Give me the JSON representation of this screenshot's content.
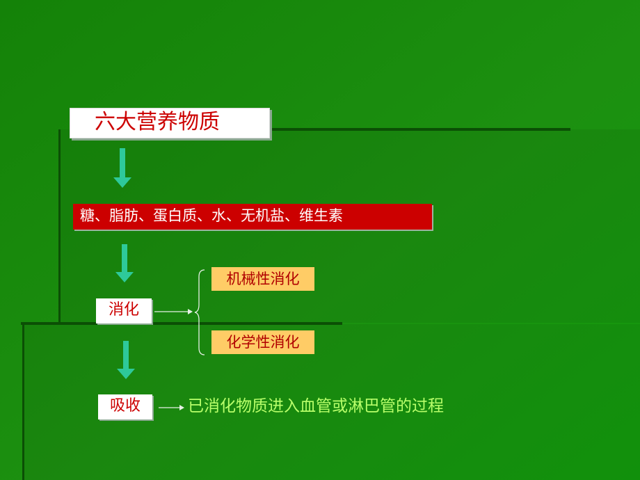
{
  "title": "六大营养物质",
  "nutrients": "糖、脂肪、蛋白质、水、无机盐、维生素",
  "digestion": {
    "label": "消化",
    "types": [
      "机械性消化",
      "化学性消化"
    ]
  },
  "absorption": {
    "label": "吸收",
    "description": "已消化物质进入血管或淋巴管的过程"
  },
  "colors": {
    "background": "#1a8a0c",
    "red": "#cc0000",
    "arrow": "#2ec99a",
    "orange": "#ffcc66",
    "light_green_text": "#b8ff6a"
  }
}
